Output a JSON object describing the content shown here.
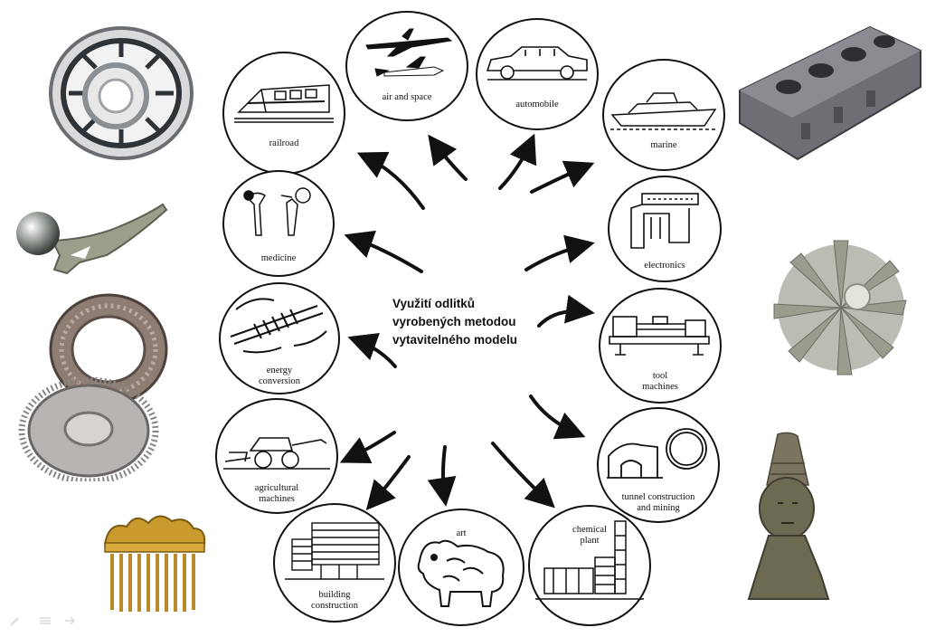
{
  "title_lines": [
    "Využití odlitků",
    "vyrobených metodou",
    "vytavitelného modelu"
  ],
  "applications": [
    {
      "id": "railroad",
      "lines": [
        "railroad"
      ]
    },
    {
      "id": "air-and-space",
      "lines": [
        "air and space"
      ]
    },
    {
      "id": "automobile",
      "lines": [
        "automobile"
      ]
    },
    {
      "id": "marine",
      "lines": [
        "marine"
      ]
    },
    {
      "id": "medicine",
      "lines": [
        "medicine"
      ]
    },
    {
      "id": "electronics",
      "lines": [
        "electronics"
      ]
    },
    {
      "id": "energy-conversion",
      "lines": [
        "energy",
        "conversion"
      ]
    },
    {
      "id": "tool-machines",
      "lines": [
        "tool",
        "machines"
      ]
    },
    {
      "id": "agricultural-machines",
      "lines": [
        "agricultural",
        "machines"
      ]
    },
    {
      "id": "tunnel-construction-and-mining",
      "lines": [
        "tunnel construction",
        "and mining"
      ]
    },
    {
      "id": "building-construction",
      "lines": [
        "building",
        "construction"
      ]
    },
    {
      "id": "art",
      "lines": [
        "art"
      ]
    },
    {
      "id": "chemical-plant",
      "lines": [
        "chemical",
        "plant"
      ]
    }
  ],
  "photos": [
    "turbine-housing",
    "hip-implant",
    "bearing-rings",
    "turbine-wheel",
    "gold-comb",
    "engine-cylinder-head",
    "compressor-impeller",
    "bronze-head-sculpture"
  ],
  "colors": {
    "line": "#111111",
    "metal": "#8c8c8c",
    "gold": "#c99a2e",
    "bronze": "#6d6a52"
  }
}
